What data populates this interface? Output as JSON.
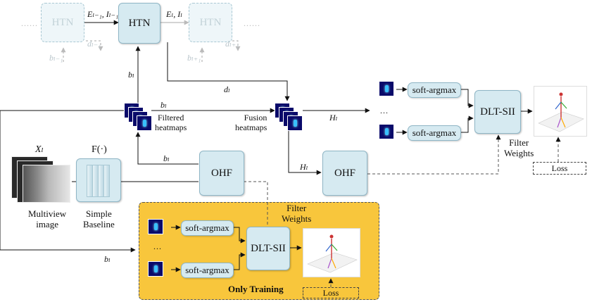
{
  "htn_boxes": {
    "prev": "HTN",
    "main": "HTN",
    "next": "HTN"
  },
  "ellipsis": "......",
  "mid_ellipsis": "...",
  "edge_labels": {
    "e_prev": "Eₗ₋₁, Iₗ₋₁",
    "e_cur": "Eₗ, Iₗ",
    "b_prev": "bₗ₋₁",
    "d_prev": "dₗ₋₁",
    "b_next": "bₗ₊₁",
    "d_next": "dₗ₊₁",
    "b_main": "bₗ",
    "d_main": "dₗ",
    "b_line": "bₗ",
    "b_ohf": "bₗ",
    "b_bottom": "bₗ",
    "h_top": "Hₗ",
    "h_down": "Hₗ"
  },
  "filtered_heatmaps": "Filtered\nheatmaps",
  "fusion_heatmaps": "Fusion\nheatmaps",
  "x_label": "Xₗ",
  "f_label": "F(·)",
  "multiview_label": "Multiview\nimage",
  "baseline_label": "Simple\nBaseline",
  "ohf_main": "OHF",
  "ohf_right": "OHF",
  "soft_argmax": "soft-argmax",
  "dlt_label": "DLT-SII",
  "filter_weights_right": "Filter\nWeights",
  "filter_weights_train": "Filter\nWeights",
  "loss": "Loss",
  "only_training": "Only Training",
  "colors": {
    "box_fill": "#d6eaf1",
    "training_fill": "#f8c63c",
    "heatmap_bg": "#0a0a6a"
  }
}
